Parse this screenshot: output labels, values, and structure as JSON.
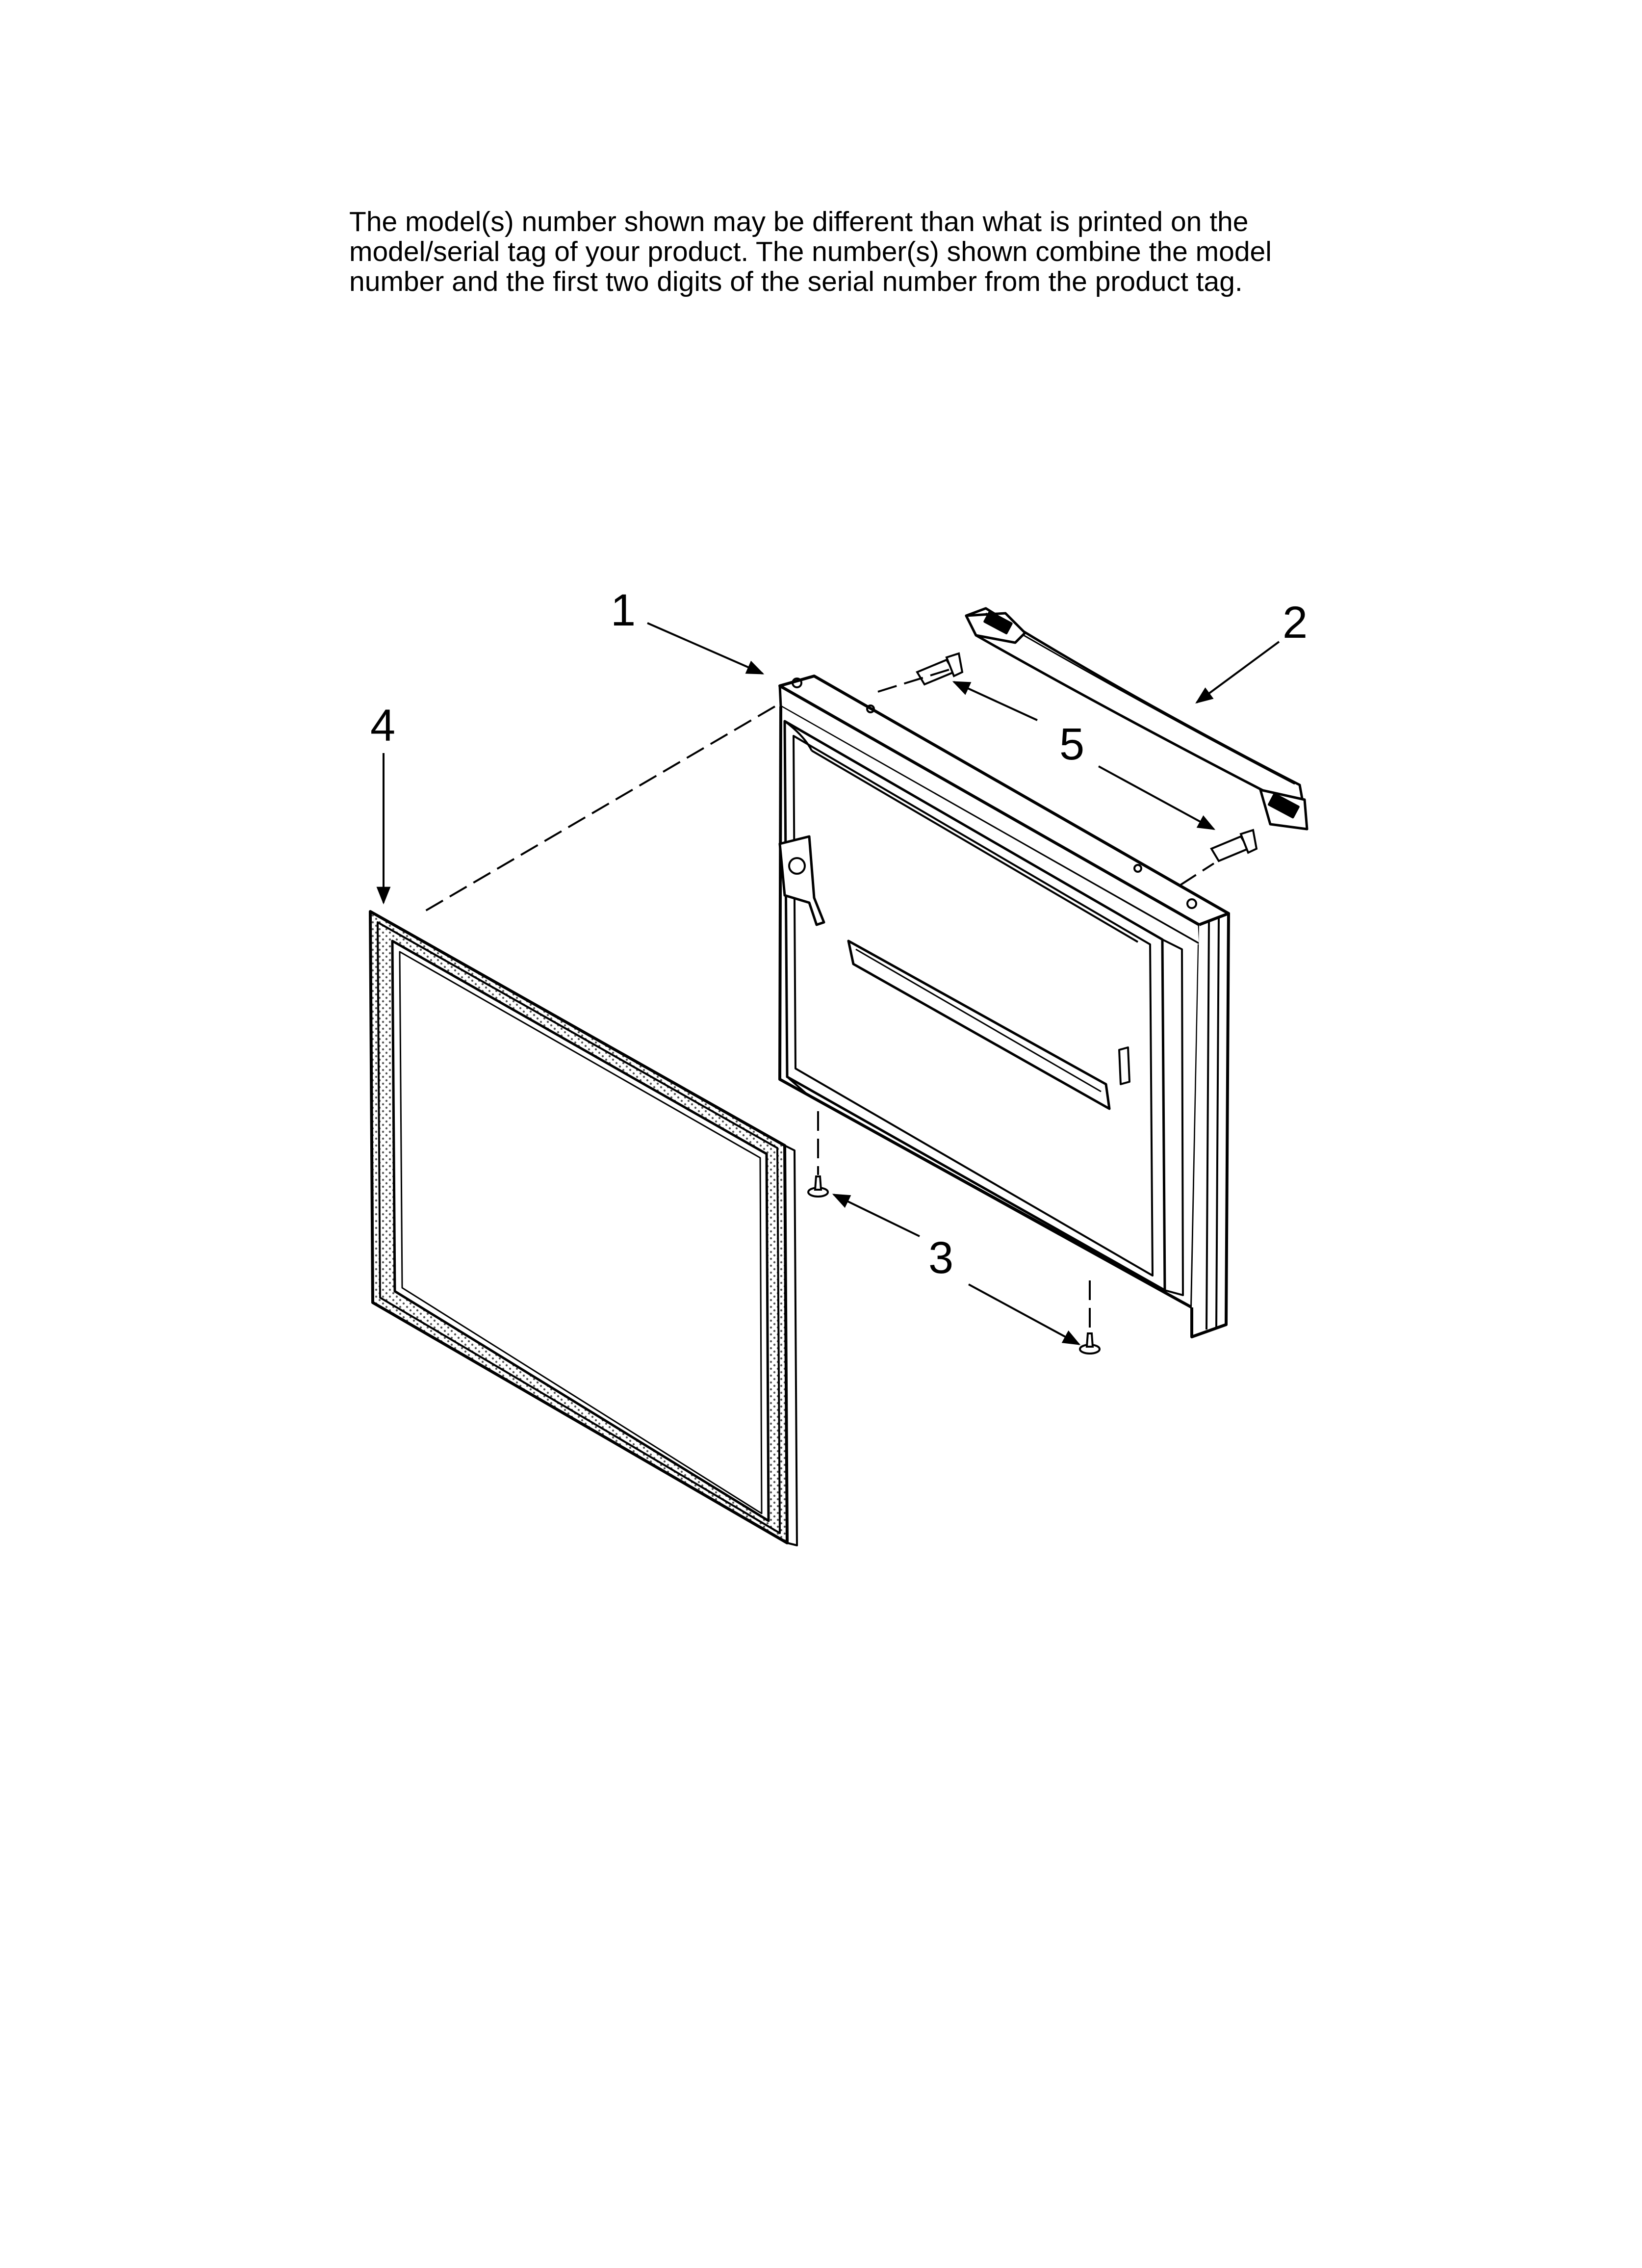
{
  "note": {
    "lines": [
      "The model(s) number shown may be different than what is printed on the",
      "model/serial tag of your product. The number(s) shown combine the model",
      "number and the first two digits of the serial number from the product tag."
    ]
  },
  "callouts": {
    "door": "1",
    "handle": "2",
    "door_stops": "3",
    "gasket": "4",
    "screws": "5"
  }
}
